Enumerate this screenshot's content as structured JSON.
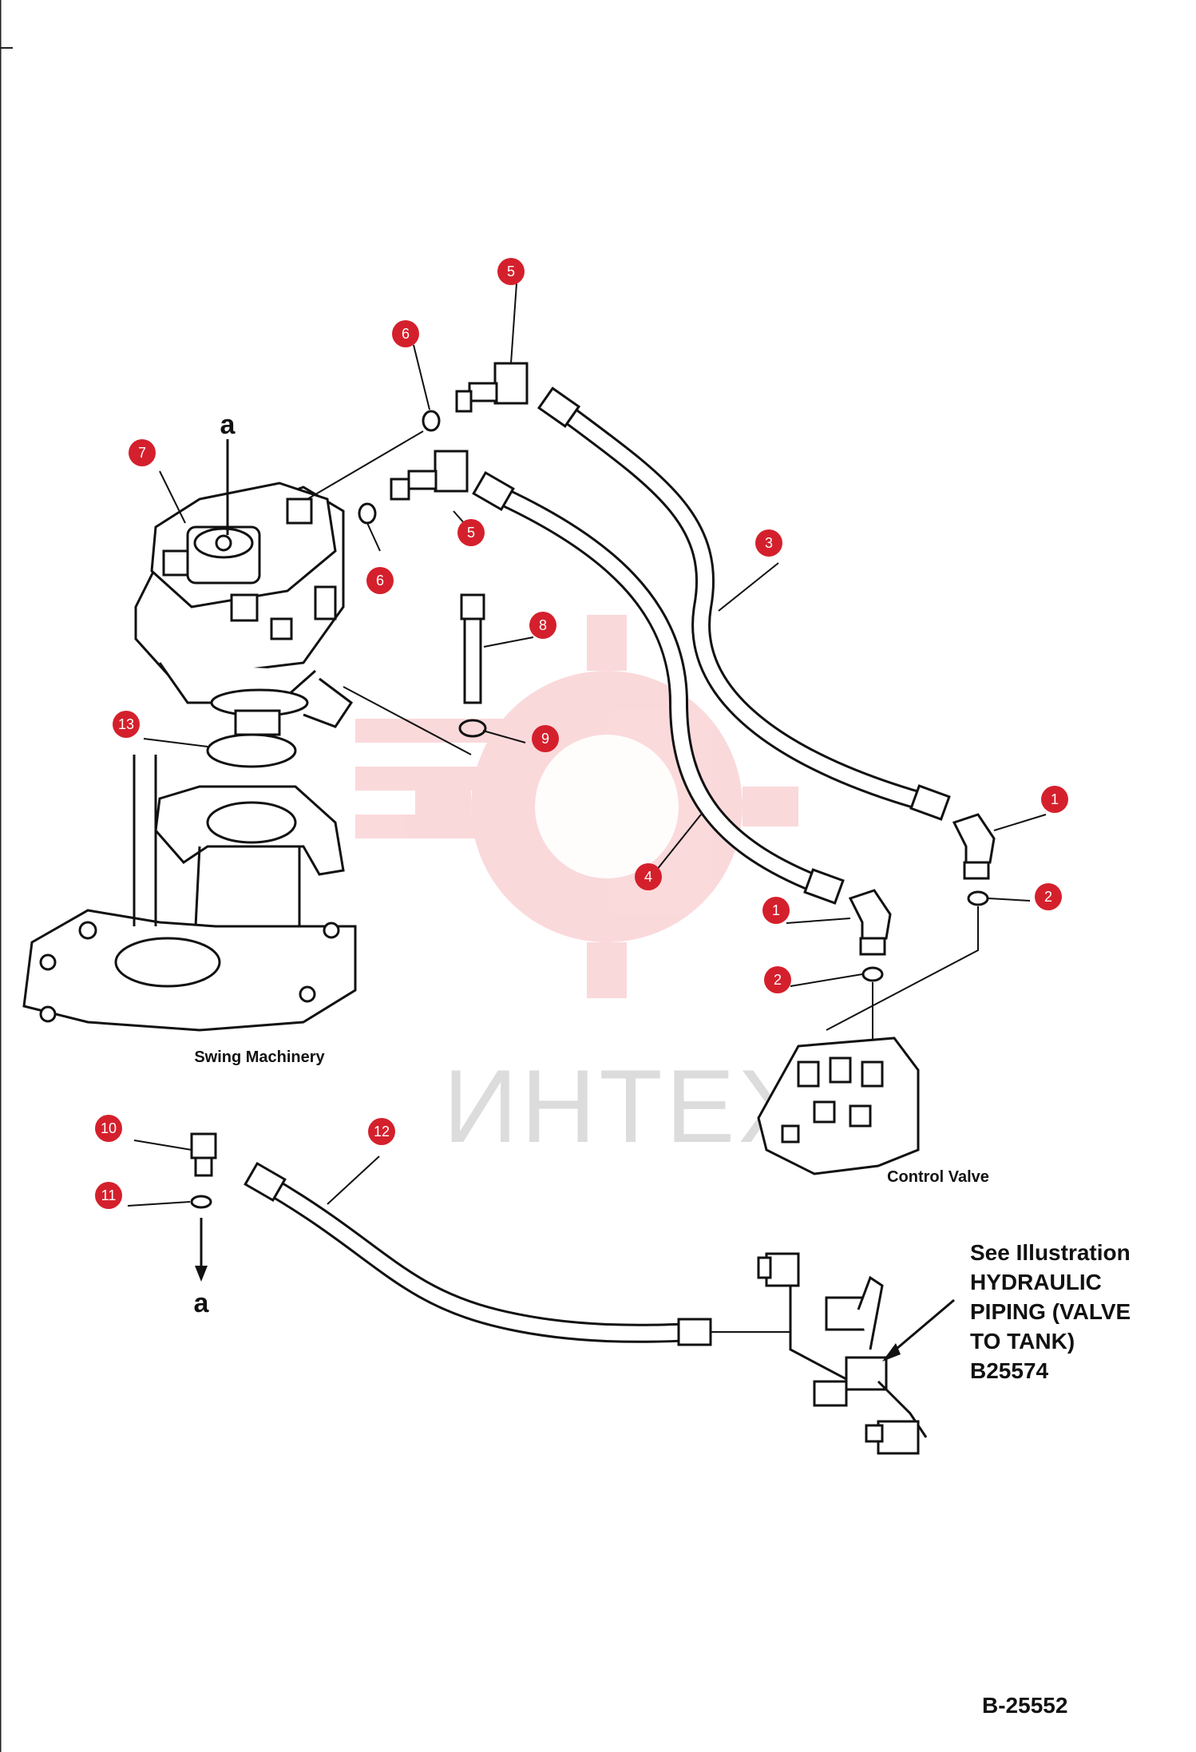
{
  "watermark": {
    "text": "ИНТЕХ",
    "color": "#e8343c"
  },
  "labels": {
    "swing_machinery": "Swing Machinery",
    "control_valve": "Control Valve",
    "ref_top": "a",
    "ref_bottom": "a"
  },
  "note": {
    "line1": "See Illustration",
    "line2": "HYDRAULIC",
    "line3": "PIPING (VALVE",
    "line4": "TO TANK)",
    "line5": "B25574"
  },
  "doc_number": "B-25552",
  "callout_color": "#d4202c",
  "callouts": [
    "5",
    "6",
    "7",
    "5",
    "6",
    "3",
    "8",
    "13",
    "9",
    "1",
    "2",
    "4",
    "1",
    "2",
    "10",
    "12",
    "11"
  ]
}
